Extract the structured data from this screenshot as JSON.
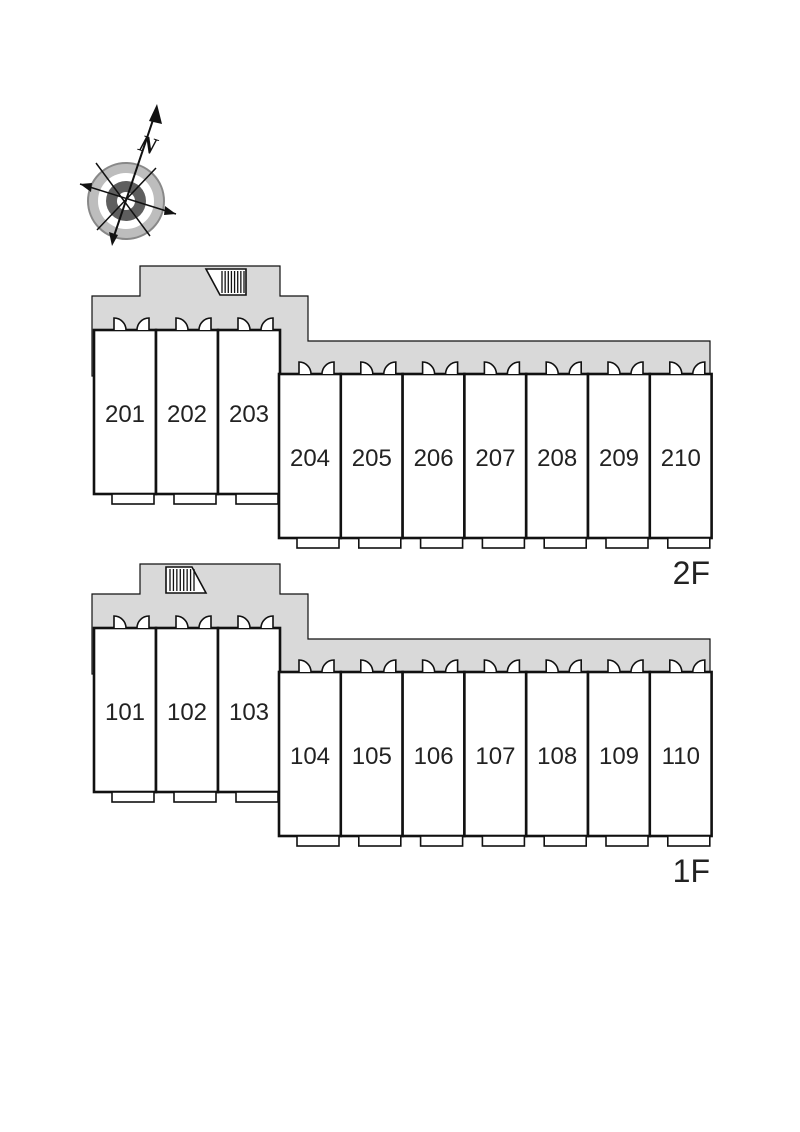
{
  "compass": {
    "label": "N",
    "icon": "compass-rose-icon"
  },
  "stair_icon": "staircase-icon",
  "door_icon": "door-swing-icon",
  "balcony_icon": "balcony-icon",
  "colors": {
    "corridor": "#d9d9d9",
    "wall": "#111111",
    "text": "#222222",
    "compass_ring": "#8c8c8c"
  },
  "floors": [
    {
      "label": "2F",
      "units_west": [
        "201",
        "202",
        "203"
      ],
      "units_east": [
        "204",
        "205",
        "206",
        "207",
        "208",
        "209",
        "210"
      ]
    },
    {
      "label": "1F",
      "units_west": [
        "101",
        "102",
        "103"
      ],
      "units_east": [
        "104",
        "105",
        "106",
        "107",
        "108",
        "109",
        "110"
      ]
    }
  ]
}
